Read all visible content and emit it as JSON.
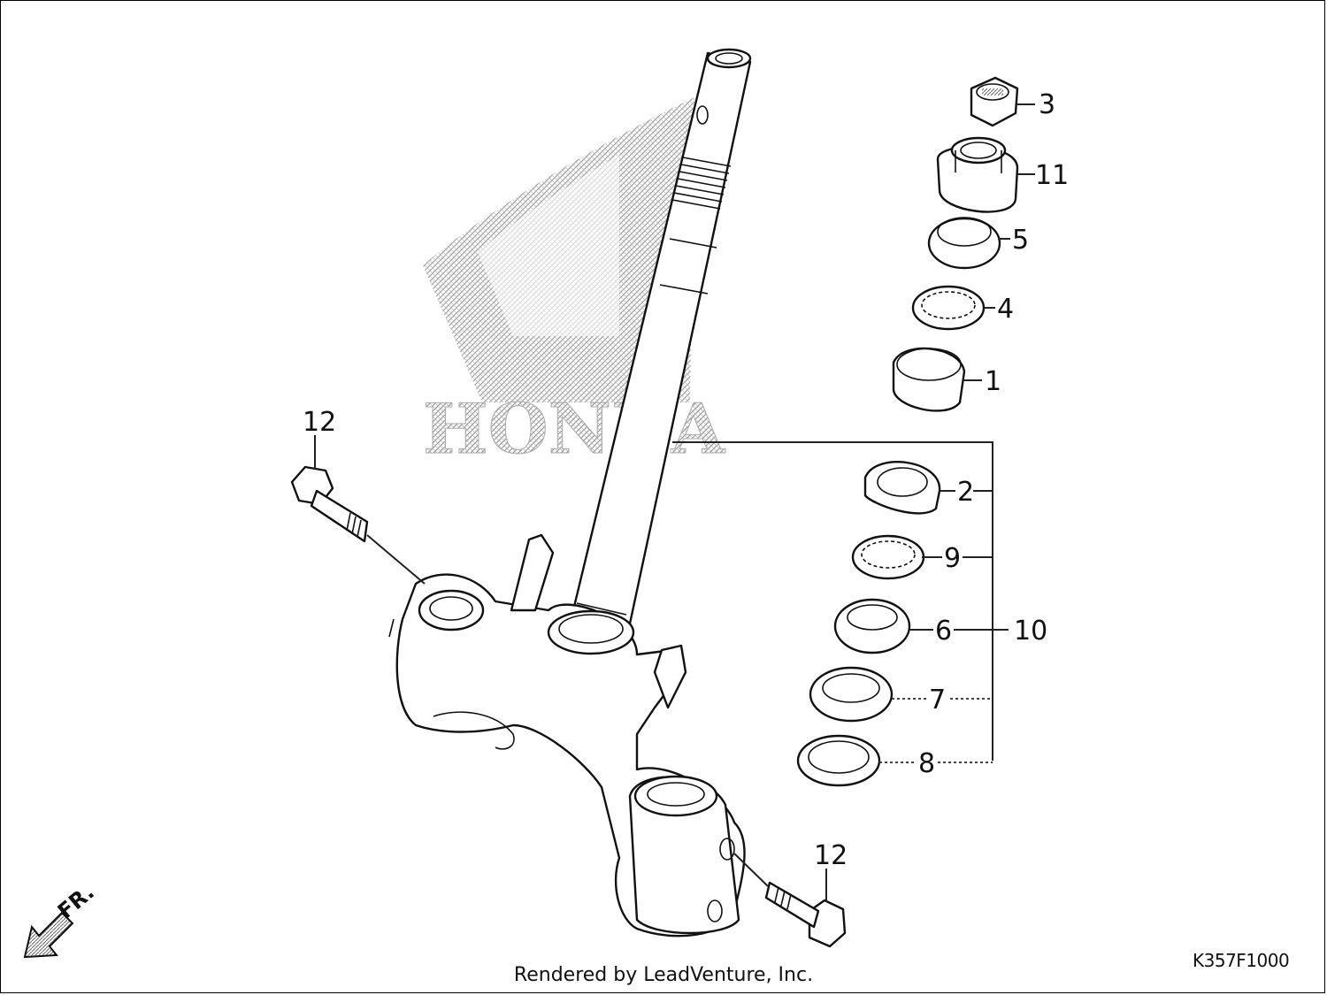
{
  "diagram": {
    "part_code": "K357F1000",
    "footer": "Rendered by LeadVenture, Inc.",
    "watermark_text": "HONDA",
    "direction_label": "FR.",
    "callouts": {
      "c1": "1",
      "c2": "2",
      "c3": "3",
      "c4": "4",
      "c5": "5",
      "c6": "6",
      "c7": "7",
      "c8": "8",
      "c9": "9",
      "c10": "10",
      "c11": "11",
      "c12a": "12",
      "c12b": "12"
    }
  }
}
